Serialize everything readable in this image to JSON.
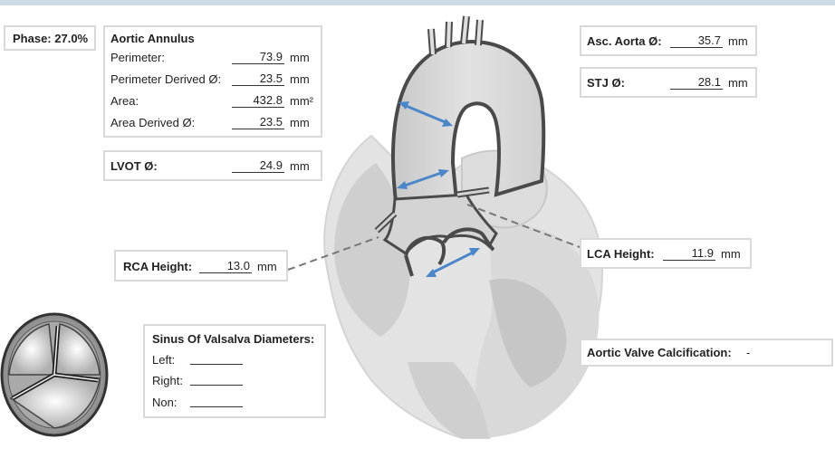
{
  "phase": {
    "label": "Phase: 27.0%"
  },
  "annulus": {
    "title": "Aortic Annulus",
    "rows": [
      {
        "label": "Perimeter:",
        "value": "73.9",
        "unit": "mm"
      },
      {
        "label": "Perimeter Derived Ø:",
        "value": "23.5",
        "unit": "mm"
      },
      {
        "label": "Area:",
        "value": "432.8",
        "unit": "mm²"
      },
      {
        "label": "Area Derived Ø:",
        "value": "23.5",
        "unit": "mm"
      }
    ]
  },
  "lvot": {
    "label": "LVOT Ø:",
    "value": "24.9",
    "unit": "mm"
  },
  "asc_aorta": {
    "label": "Asc. Aorta Ø:",
    "value": "35.7",
    "unit": "mm"
  },
  "stj": {
    "label": "STJ Ø:",
    "value": "28.1",
    "unit": "mm"
  },
  "rca": {
    "label": "RCA Height:",
    "value": "13.0",
    "unit": "mm"
  },
  "lca": {
    "label": "LCA Height:",
    "value": "11.9",
    "unit": "mm"
  },
  "sinus": {
    "title": "Sinus Of Valsalva Diameters:",
    "rows": [
      {
        "label": "Left:"
      },
      {
        "label": "Right:"
      },
      {
        "label": "Non:"
      }
    ]
  },
  "calcification": {
    "label": "Aortic Valve Calcification:",
    "value": "-"
  },
  "colors": {
    "arrow": "#4a86c8",
    "heart_light": "#e4e4e4",
    "heart_mid": "#c6c6c6",
    "heart_dark": "#4a4a4a",
    "dashed_line": "#777777",
    "border": "#d9d9d9",
    "top_bar": "#cfdbe4"
  }
}
